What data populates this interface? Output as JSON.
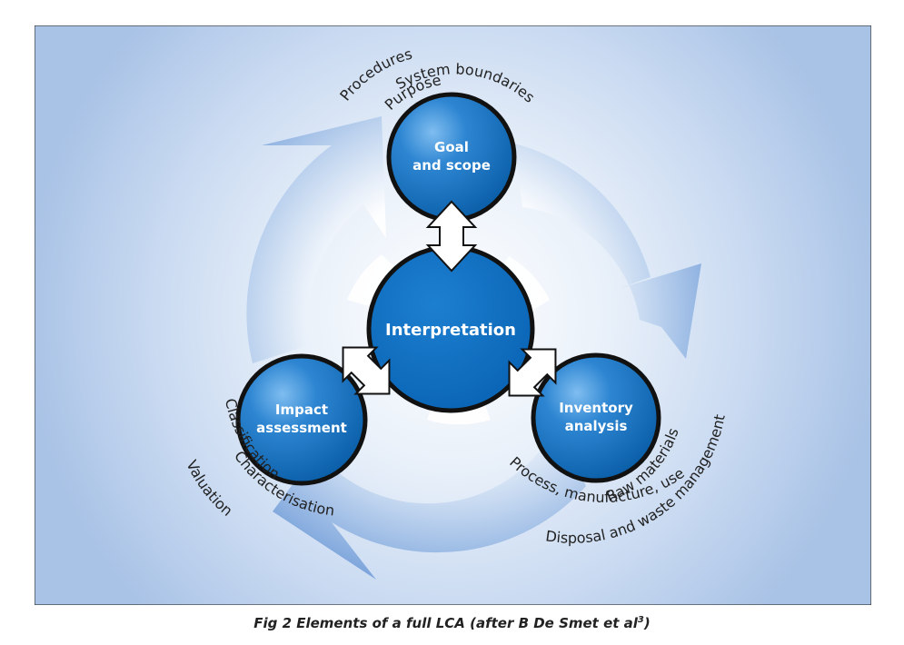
{
  "diagram": {
    "center": {
      "label": "Interpretation"
    },
    "stages": {
      "goal": {
        "line1": "Goal",
        "line2": "and scope"
      },
      "impact": {
        "line1": "Impact",
        "line2": "assessment"
      },
      "inventory": {
        "line1": "Inventory",
        "line2": "analysis"
      }
    },
    "goal_notes": [
      "Procedures",
      "System boundaries",
      "Purpose"
    ],
    "impact_notes": [
      "Classification",
      "Characterisation",
      "Valuation"
    ],
    "inventory_notes": [
      "Raw materials",
      "Process, manufacture, use",
      "Disposal and waste management"
    ]
  },
  "caption": {
    "text": "Fig 2  Elements of a full LCA (after B De Smet et al",
    "superscript": "3",
    "suffix": ")"
  },
  "colors": {
    "background_light": "#ffffff",
    "background_mid": "#dbe7f6",
    "background_dark": "#a9c3e6",
    "cycle_arrow": "#7ea6dc",
    "circle_fill": "#0f6fc0",
    "circle_highlight": "#4f9fe0",
    "circle_stroke": "#111111",
    "text_dark": "#222222",
    "text_light": "#ffffff"
  }
}
